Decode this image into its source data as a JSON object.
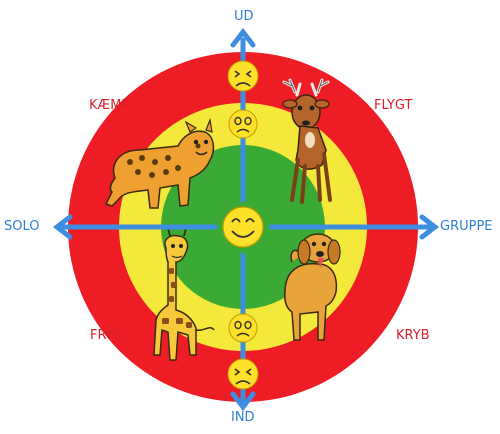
{
  "colors": {
    "outer_ring": "#ee1c25",
    "middle_ring": "#f4e93a",
    "inner_circle": "#3aaa35",
    "arrows": "#3d8ee0",
    "quadrant_labels": "#d6202a",
    "axis_labels": "#2f7fd6",
    "face_fill": "#ffe028"
  },
  "axis": {
    "top": "UD",
    "bottom": "IND",
    "left": "SOLO",
    "right": "GRUPPE"
  },
  "quadrants": {
    "top_left": "KÆMP",
    "top_right": "FLYGT",
    "bottom_left": "FRYS",
    "bottom_right": "KRYB"
  },
  "animals": {
    "top_left": "leopard",
    "top_right": "deer",
    "bottom_left": "giraffe",
    "bottom_right": "dog"
  },
  "faces": {
    "center": "happy",
    "yellow_ring": "worried",
    "red_ring": "distressed"
  }
}
